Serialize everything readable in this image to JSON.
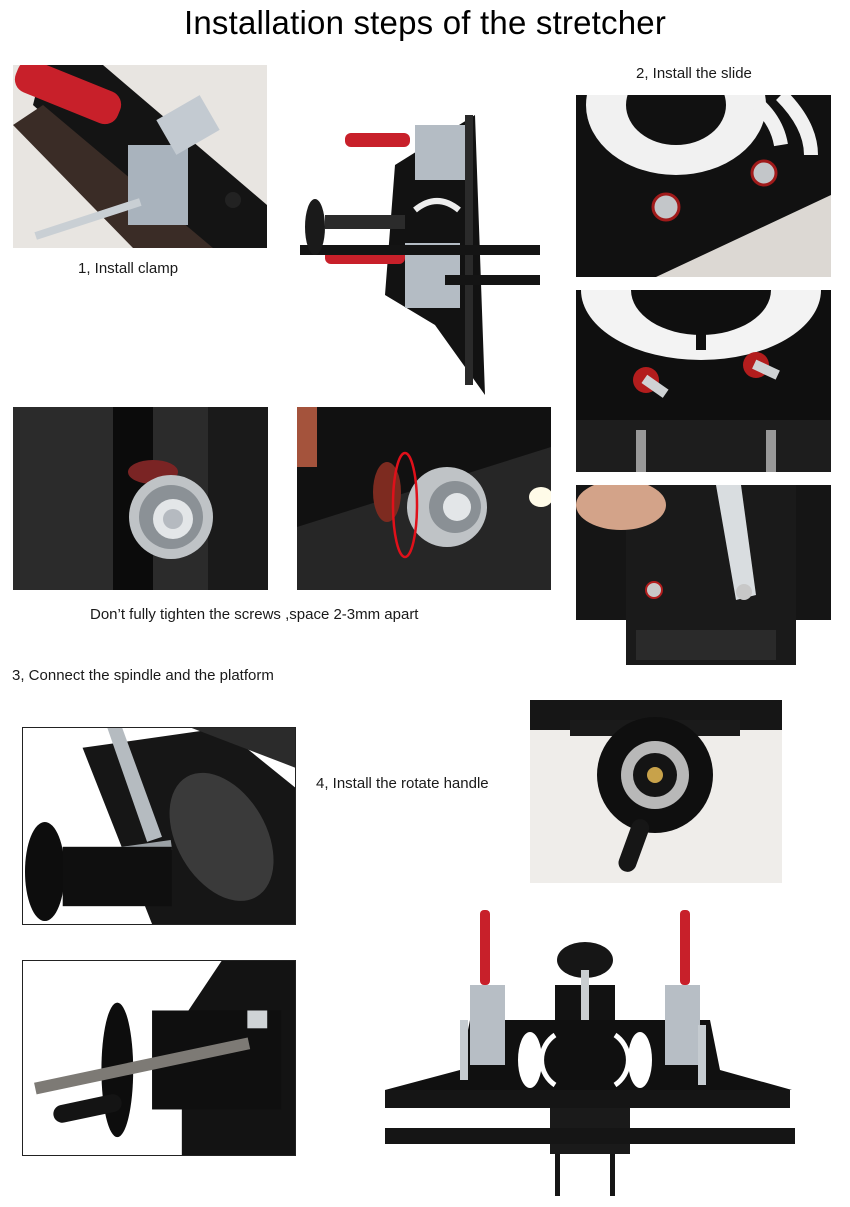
{
  "page": {
    "title": "Installation steps of the stretcher"
  },
  "steps": [
    {
      "id": 1,
      "caption": "1, Install clamp"
    },
    {
      "id": 2,
      "caption": "2, Install the slide"
    },
    {
      "id": 3,
      "caption": "3, Connect the spindle and the platform"
    },
    {
      "id": 4,
      "caption": "4, Install the rotate handle"
    }
  ],
  "notes": {
    "screw_spacing": "Don’t fully tighten the screws ,space 2-3mm apart"
  },
  "photos": [
    {
      "name": "clamp-closeup-photo",
      "depicts": "toggle clamp with red handle mounted on black rail"
    },
    {
      "name": "assembled-stretcher-angled-photo",
      "depicts": "stretcher with two red-handled clamps"
    },
    {
      "name": "slide-screws-photo",
      "depicts": "black plate with two hex bolts and red washers"
    },
    {
      "name": "slide-pins-photo",
      "depicts": "black plate with two pins and red washers"
    },
    {
      "name": "slide-wrench-photo",
      "depicts": "hand tightening nut with wrench on slide"
    },
    {
      "name": "nut-front-photo",
      "depicts": "lock nut on textured black plate"
    },
    {
      "name": "nut-gap-photo",
      "depicts": "lock nut with gap highlighted by red ellipse"
    },
    {
      "name": "spindle-platform-photo",
      "depicts": "spindle through platform bracket"
    },
    {
      "name": "rotate-handle-photo",
      "depicts": "black handwheel with crank handle"
    },
    {
      "name": "spindle-handwheel-photo",
      "depicts": "threaded spindle with handwheel"
    },
    {
      "name": "assembled-stretcher-front-photo",
      "depicts": "complete stretcher front view"
    }
  ],
  "colors": {
    "background": "#ffffff",
    "metal_black": "#111111",
    "handle_red": "#c8202a",
    "highlight_ellipse": "#e0101a"
  }
}
